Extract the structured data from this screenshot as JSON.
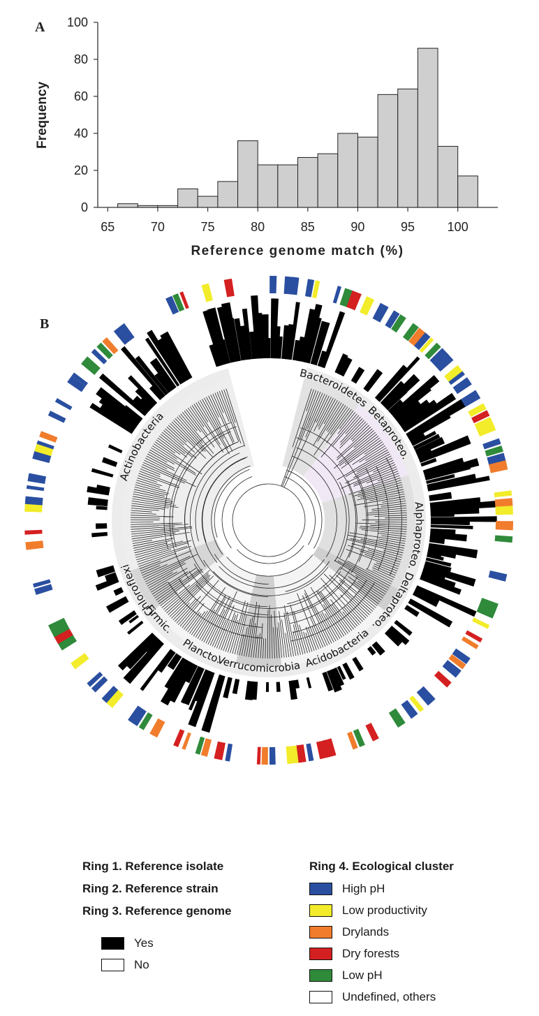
{
  "panel_a_letter": "A",
  "panel_b_letter": "B",
  "chart_data": [
    {
      "type": "bar",
      "panel": "A",
      "xlabel": "Reference genome match (%)",
      "ylabel": "Frequency",
      "xlim": [
        64,
        104
      ],
      "ylim": [
        0,
        100
      ],
      "xticks": [
        65,
        70,
        75,
        80,
        85,
        90,
        95,
        100
      ],
      "yticks": [
        0,
        20,
        40,
        60,
        80,
        100
      ],
      "bin_width": 2,
      "bin_starts": [
        66,
        68,
        70,
        72,
        74,
        76,
        78,
        80,
        82,
        84,
        86,
        88,
        90,
        92,
        94,
        96,
        98,
        100
      ],
      "values": [
        2,
        1,
        1,
        10,
        6,
        14,
        36,
        23,
        23,
        27,
        29,
        40,
        38,
        61,
        64,
        86,
        33,
        17
      ],
      "bar_color": "#cfcfcf"
    },
    {
      "type": "circular-phylogeny",
      "panel": "B",
      "clade_labels": [
        "Bacteroidetes",
        "Betaproteo.",
        "Alphaproteo.",
        "Deltaproteo.",
        "Acidobacteria",
        "Verrucomicrobia",
        "Plancto.",
        "Firmic.",
        "Chloroflexi",
        "Actinobacteria"
      ],
      "ring_colors": {
        "high_ph": "#2a4fa0",
        "low_productivity": "#f2ec2a",
        "drylands": "#f07c2c",
        "dry_forests": "#d42020",
        "low_ph": "#2f8a3a"
      }
    }
  ],
  "legend": {
    "rings": [
      "Ring 1. Reference isolate",
      "Ring 2. Reference strain",
      "Ring 3. Reference genome"
    ],
    "yes_no": [
      {
        "label": "Yes",
        "color": "#000000"
      },
      {
        "label": "No",
        "color": "#ffffff"
      }
    ],
    "cluster_title": "Ring 4. Ecological cluster",
    "clusters": [
      {
        "label": "High pH",
        "color": "#2a4fa0"
      },
      {
        "label": "Low productivity",
        "color": "#f2ec2a"
      },
      {
        "label": "Drylands",
        "color": "#f07c2c"
      },
      {
        "label": "Dry forests",
        "color": "#d42020"
      },
      {
        "label": "Low pH",
        "color": "#2f8a3a"
      },
      {
        "label": "Undefined, others",
        "color": "#ffffff"
      }
    ]
  }
}
